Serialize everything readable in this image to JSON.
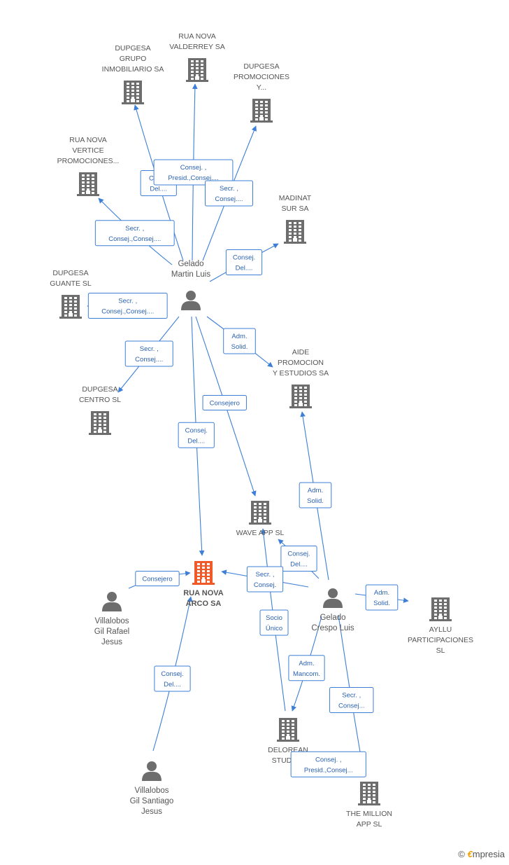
{
  "companies": [
    {
      "id": "grupo",
      "lines": [
        "DUPGESA",
        "GRUPO",
        "INMOBILIARIO SA"
      ],
      "color": "#6d6d6d"
    },
    {
      "id": "valderrey",
      "lines": [
        "RUA NOVA",
        "VALDERREY SA"
      ],
      "color": "#6d6d6d"
    },
    {
      "id": "promociones",
      "lines": [
        "DUPGESA",
        "PROMOCIONES",
        "Y..."
      ],
      "color": "#6d6d6d"
    },
    {
      "id": "vertice",
      "lines": [
        "RUA NOVA",
        "VERTICE",
        "PROMOCIONES..."
      ],
      "color": "#6d6d6d"
    },
    {
      "id": "madinat",
      "lines": [
        "MADINAT",
        "SUR SA"
      ],
      "color": "#6d6d6d"
    },
    {
      "id": "guante",
      "lines": [
        "DUPGESA",
        "GUANTE  SL"
      ],
      "color": "#6d6d6d"
    },
    {
      "id": "aide",
      "lines": [
        "AIDE",
        "PROMOCION",
        "Y ESTUDIOS SA"
      ],
      "color": "#6d6d6d"
    },
    {
      "id": "centro",
      "lines": [
        "DUPGESA",
        "CENTRO SL"
      ],
      "color": "#6d6d6d"
    },
    {
      "id": "wave",
      "lines": [
        "WAVE APP  SL"
      ],
      "color": "#6d6d6d"
    },
    {
      "id": "arco",
      "lines": [
        "RUA NOVA",
        "ARCO SA"
      ],
      "color": "#f05a28",
      "main": true
    },
    {
      "id": "ayllu",
      "lines": [
        "AYLLU",
        "PARTICIPACIONES",
        "SL"
      ],
      "color": "#6d6d6d"
    },
    {
      "id": "delorean",
      "lines": [
        "DELOREAN",
        "STUDIOS"
      ],
      "color": "#6d6d6d"
    },
    {
      "id": "million",
      "lines": [
        "THE MILLION",
        "APP SL"
      ],
      "color": "#6d6d6d"
    }
  ],
  "persons": [
    {
      "id": "martin",
      "lines": [
        "Gelado",
        "Martin Luis"
      ]
    },
    {
      "id": "crespo",
      "lines": [
        "Gelado",
        "Crespo Luis"
      ]
    },
    {
      "id": "rafael",
      "lines": [
        "Villalobos",
        "Gil Rafael",
        "Jesus"
      ]
    },
    {
      "id": "santiago",
      "lines": [
        "Villalobos",
        "Gil Santiago",
        "Jesus"
      ]
    }
  ],
  "relations": [
    {
      "from": "martin",
      "to": "grupo",
      "label": [
        "Conse",
        "Del...."
      ]
    },
    {
      "from": "martin",
      "to": "valderrey",
      "label": [
        "Consej. ,",
        "Presid.,Consej...."
      ]
    },
    {
      "from": "martin",
      "to": "promociones",
      "label": [
        "Secr. ,",
        "Consej...."
      ]
    },
    {
      "from": "martin",
      "to": "vertice",
      "label": [
        "Secr. ,",
        "Consej.,Consej...."
      ]
    },
    {
      "from": "martin",
      "to": "madinat",
      "label": [
        "Consej.",
        "Del...."
      ]
    },
    {
      "from": "martin",
      "to": "guante",
      "label": [
        "Secr. ,",
        "Consej.,Consej...."
      ]
    },
    {
      "from": "martin",
      "to": "aide",
      "label": [
        "Adm.",
        "Solid."
      ]
    },
    {
      "from": "martin",
      "to": "centro",
      "label": [
        "Secr. ,",
        "Consej...."
      ]
    },
    {
      "from": "martin",
      "to": "wave",
      "label": [
        "Consejero"
      ]
    },
    {
      "from": "martin",
      "to": "arco",
      "label": [
        "Consej.",
        "Del...."
      ]
    },
    {
      "from": "crespo",
      "to": "aide",
      "label": [
        "Adm.",
        "Solid."
      ]
    },
    {
      "from": "crespo",
      "to": "wave",
      "label": [
        "Consej.",
        "Del...."
      ]
    },
    {
      "from": "crespo",
      "to": "arco",
      "label": [
        "Secr. ,",
        "Consej."
      ]
    },
    {
      "from": "crespo",
      "to": "ayllu",
      "label": [
        "Adm.",
        "Solid."
      ]
    },
    {
      "from": "crespo",
      "to": "delorean",
      "label": [
        "Adm.",
        "Mancom."
      ]
    },
    {
      "from": "crespo",
      "to": "million",
      "label": [
        "Secr. ,",
        "Consej..."
      ]
    },
    {
      "from": "delorean",
      "to": "wave",
      "label": [
        "Socio",
        "Único"
      ]
    },
    {
      "from": "delorean",
      "to": "million",
      "label": [
        "Consej. ,",
        "Presid.,Consej..."
      ]
    },
    {
      "from": "rafael",
      "to": "arco",
      "label": [
        "Consejero"
      ]
    },
    {
      "from": "santiago",
      "to": "arco",
      "label": [
        "Consej.",
        "Del...."
      ]
    }
  ],
  "branding": {
    "copyright": "©",
    "brand_first": "€",
    "brand_rest": "mpresia"
  }
}
